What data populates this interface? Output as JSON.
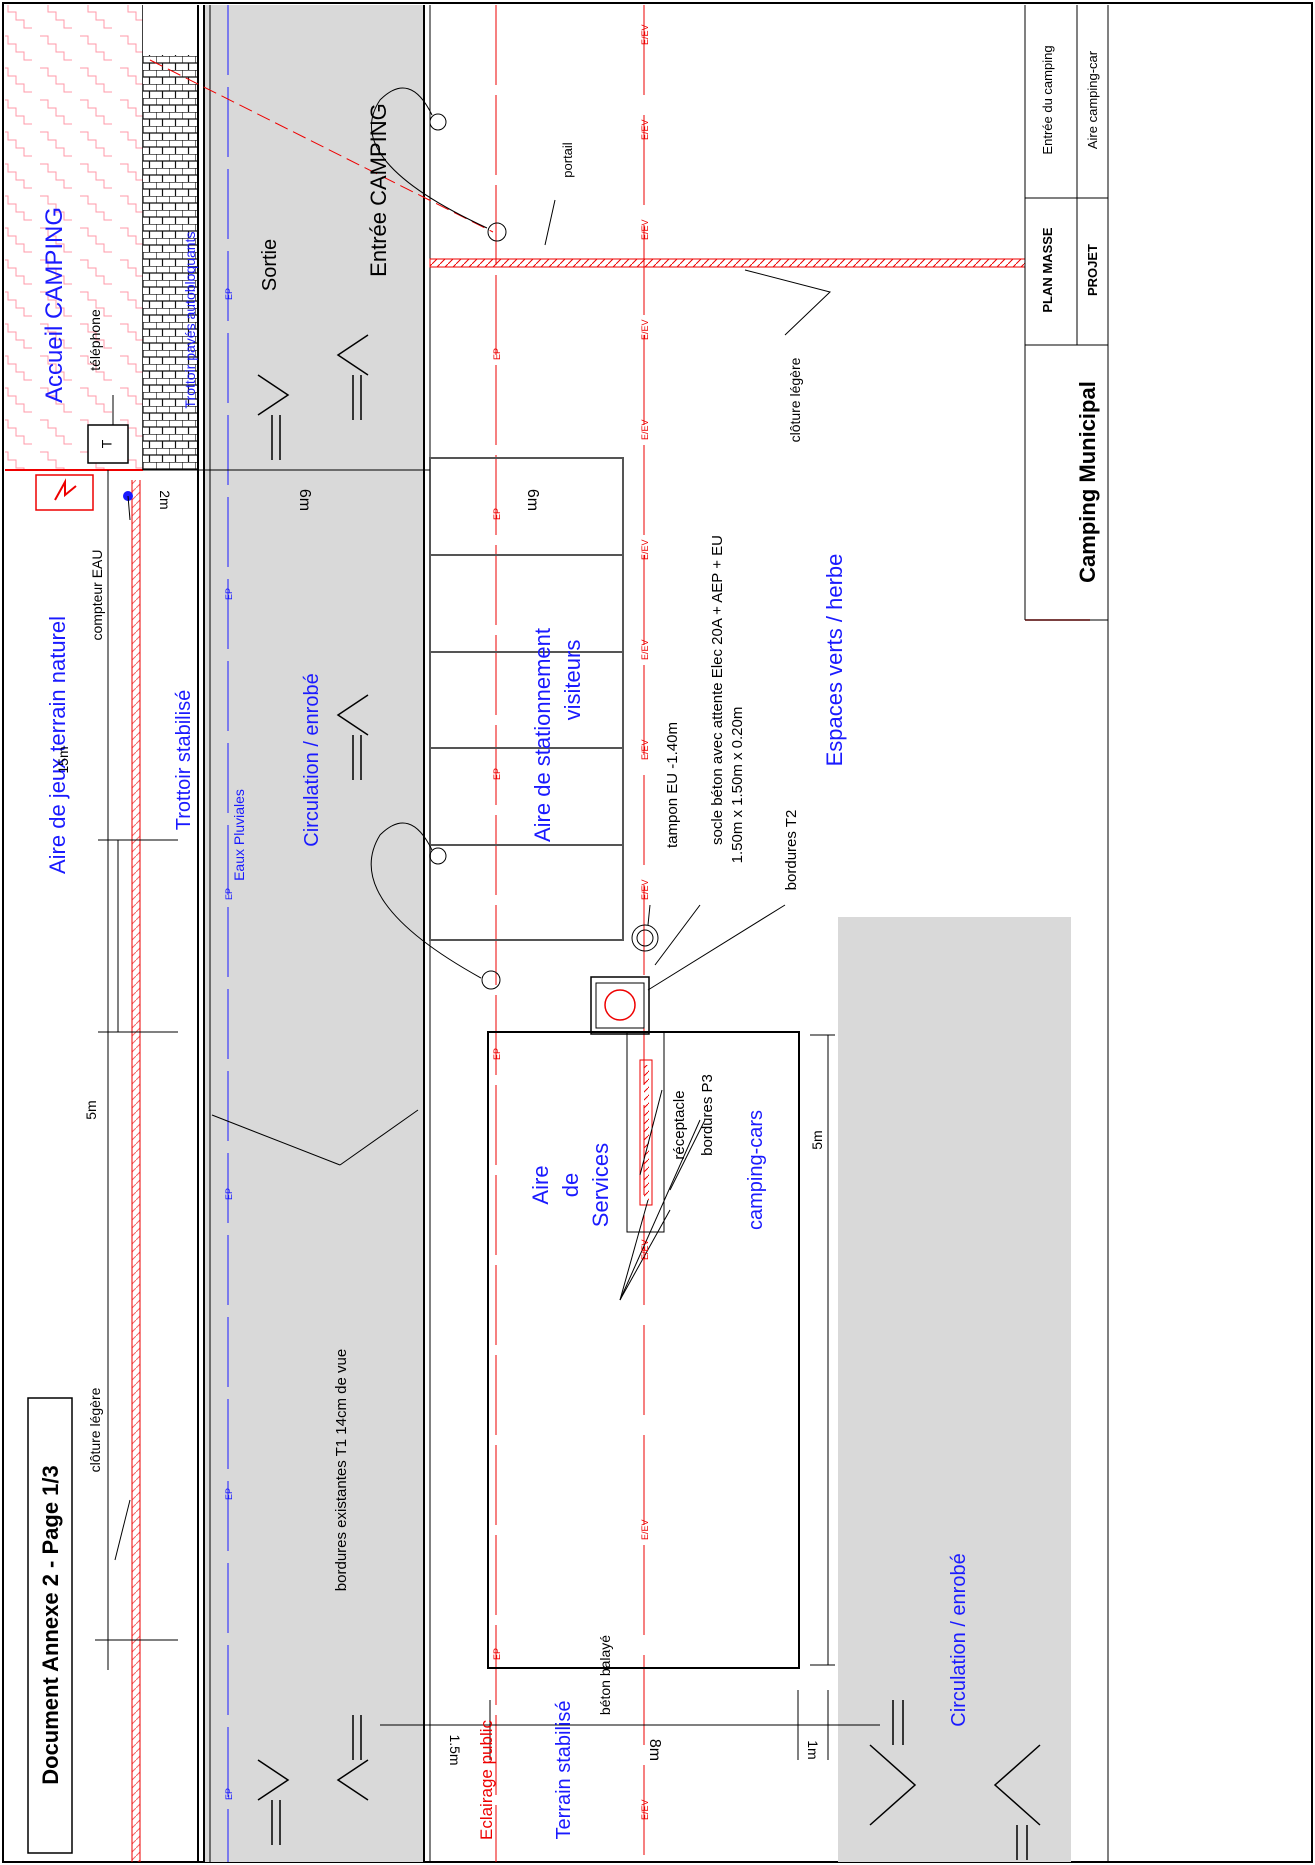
{
  "title_block": {
    "name": "Camping Municipal",
    "row1_label": "PLAN MASSE",
    "row1_value": "Entrée du camping",
    "row2_label": "PROJET",
    "row2_value": "Aire camping-car"
  },
  "document": {
    "title": "Document Annexe 2 - Page 1/3"
  },
  "labels": {
    "accueil": "Accueil CAMPING",
    "telephone": "téléphone",
    "trottoir_paves": "Trottoir pavés autobloquants",
    "sortie": "Sortie",
    "entree": "Entrée CAMPING",
    "portail": "portail",
    "cloture_legere_top": "clôture légère",
    "aire_jeux": "Aire de jeux terrain naturel",
    "compteur": "compteur EAU",
    "trottoir_stabilise": "Trottoir stabilisé",
    "circulation_top": "Circulation / enrobé",
    "eaux_pluviales": "Eaux Pluviales",
    "stationnement_1": "Aire de stationnement",
    "stationnement_2": "visiteurs",
    "tampon": "tampon EU -1.40m",
    "socle_1": "socle béton avec attente Elec 20A + AEP + EU",
    "socle_2": "1.50m x 1.50m x 0.20m",
    "bordures_t2": "bordures T2",
    "espaces_verts": "Espaces verts / herbe",
    "aire_services_1": "Aire",
    "aire_services_2": "de",
    "aire_services_3": "Services",
    "receptacle": "réceptacle",
    "bordures_p3": "bordures P3",
    "camping_cars": "camping-cars",
    "cloture_legere_bottom": "clôture légère",
    "bordures_existantes": "bordures existantes T1 14cm de vue",
    "eclairage": "Eclairage public",
    "terrain_stabilise": "Terrain stabilisé",
    "beton_balaye": "béton balayé",
    "circulation_bottom": "Circulation / enrobé",
    "line_ep": "EP",
    "line_eev": "E/EV"
  },
  "dimensions": {
    "d15m": "15m",
    "d5m_left": "5m",
    "d2m": "2m",
    "d6m_road": "6m",
    "d6m_parking": "6m",
    "d5m_service": "5m",
    "d15": "1.5m",
    "d8m": "8m",
    "d1m": "1m"
  },
  "colors": {
    "blue": "#1a1aff",
    "red": "#e00000",
    "road_grey": "#d9d9d9"
  }
}
